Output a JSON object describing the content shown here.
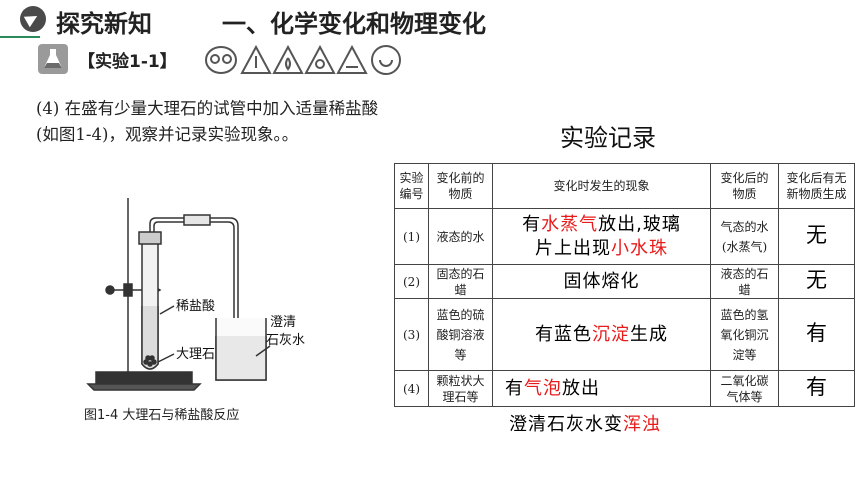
{
  "header": {
    "title": "探究新知",
    "topic": "一、化学变化和物理变化"
  },
  "experiment": {
    "label": "【实验1-1】"
  },
  "instruction": "(4) 在盛有少量大理石的试管中加入适量稀盐酸(如图1-4)，观察并记录实验现象。。",
  "figure": {
    "labels": {
      "acid": "稀盐酸",
      "marble": "大理石",
      "limewater": "澄清\n石灰水"
    },
    "caption": "图1-4  大理石与稀盐酸反应"
  },
  "record": {
    "title": "实验记录",
    "headers": [
      "实验\n编号",
      "变化前的\n物质",
      "变化时发生的现象",
      "变化后的\n物质",
      "变化后有无\n新物质生成"
    ],
    "rows": [
      {
        "num": "(1)",
        "before": "液态的水",
        "phen_a": "有",
        "phen_b": "水蒸气",
        "phen_c": "放出,玻璃",
        "phen_d": "片上出现",
        "phen_e": "小水珠",
        "after": "气态的水\n(水蒸气)",
        "answer": "无"
      },
      {
        "num": "(2)",
        "before": "固态的石\n蜡",
        "phen_a": "固体熔化",
        "after": "液态的石\n蜡",
        "answer": "无"
      },
      {
        "num": "(3)",
        "before": "蓝色的硫\n酸铜溶液\n等",
        "phen_a": "有蓝色",
        "phen_b": "沉淀",
        "phen_c": "生成",
        "after": "蓝色的氢\n氧化铜沉\n淀等",
        "answer": "有"
      },
      {
        "num": "(4)",
        "before": "颗粒状大\n理石等",
        "phen_a": "有",
        "phen_b": "气泡",
        "phen_c": "放出",
        "after": "二氧化碳\n气体等",
        "answer": "有"
      }
    ],
    "extra_a": "澄清石灰水变",
    "extra_b": "浑浊"
  }
}
